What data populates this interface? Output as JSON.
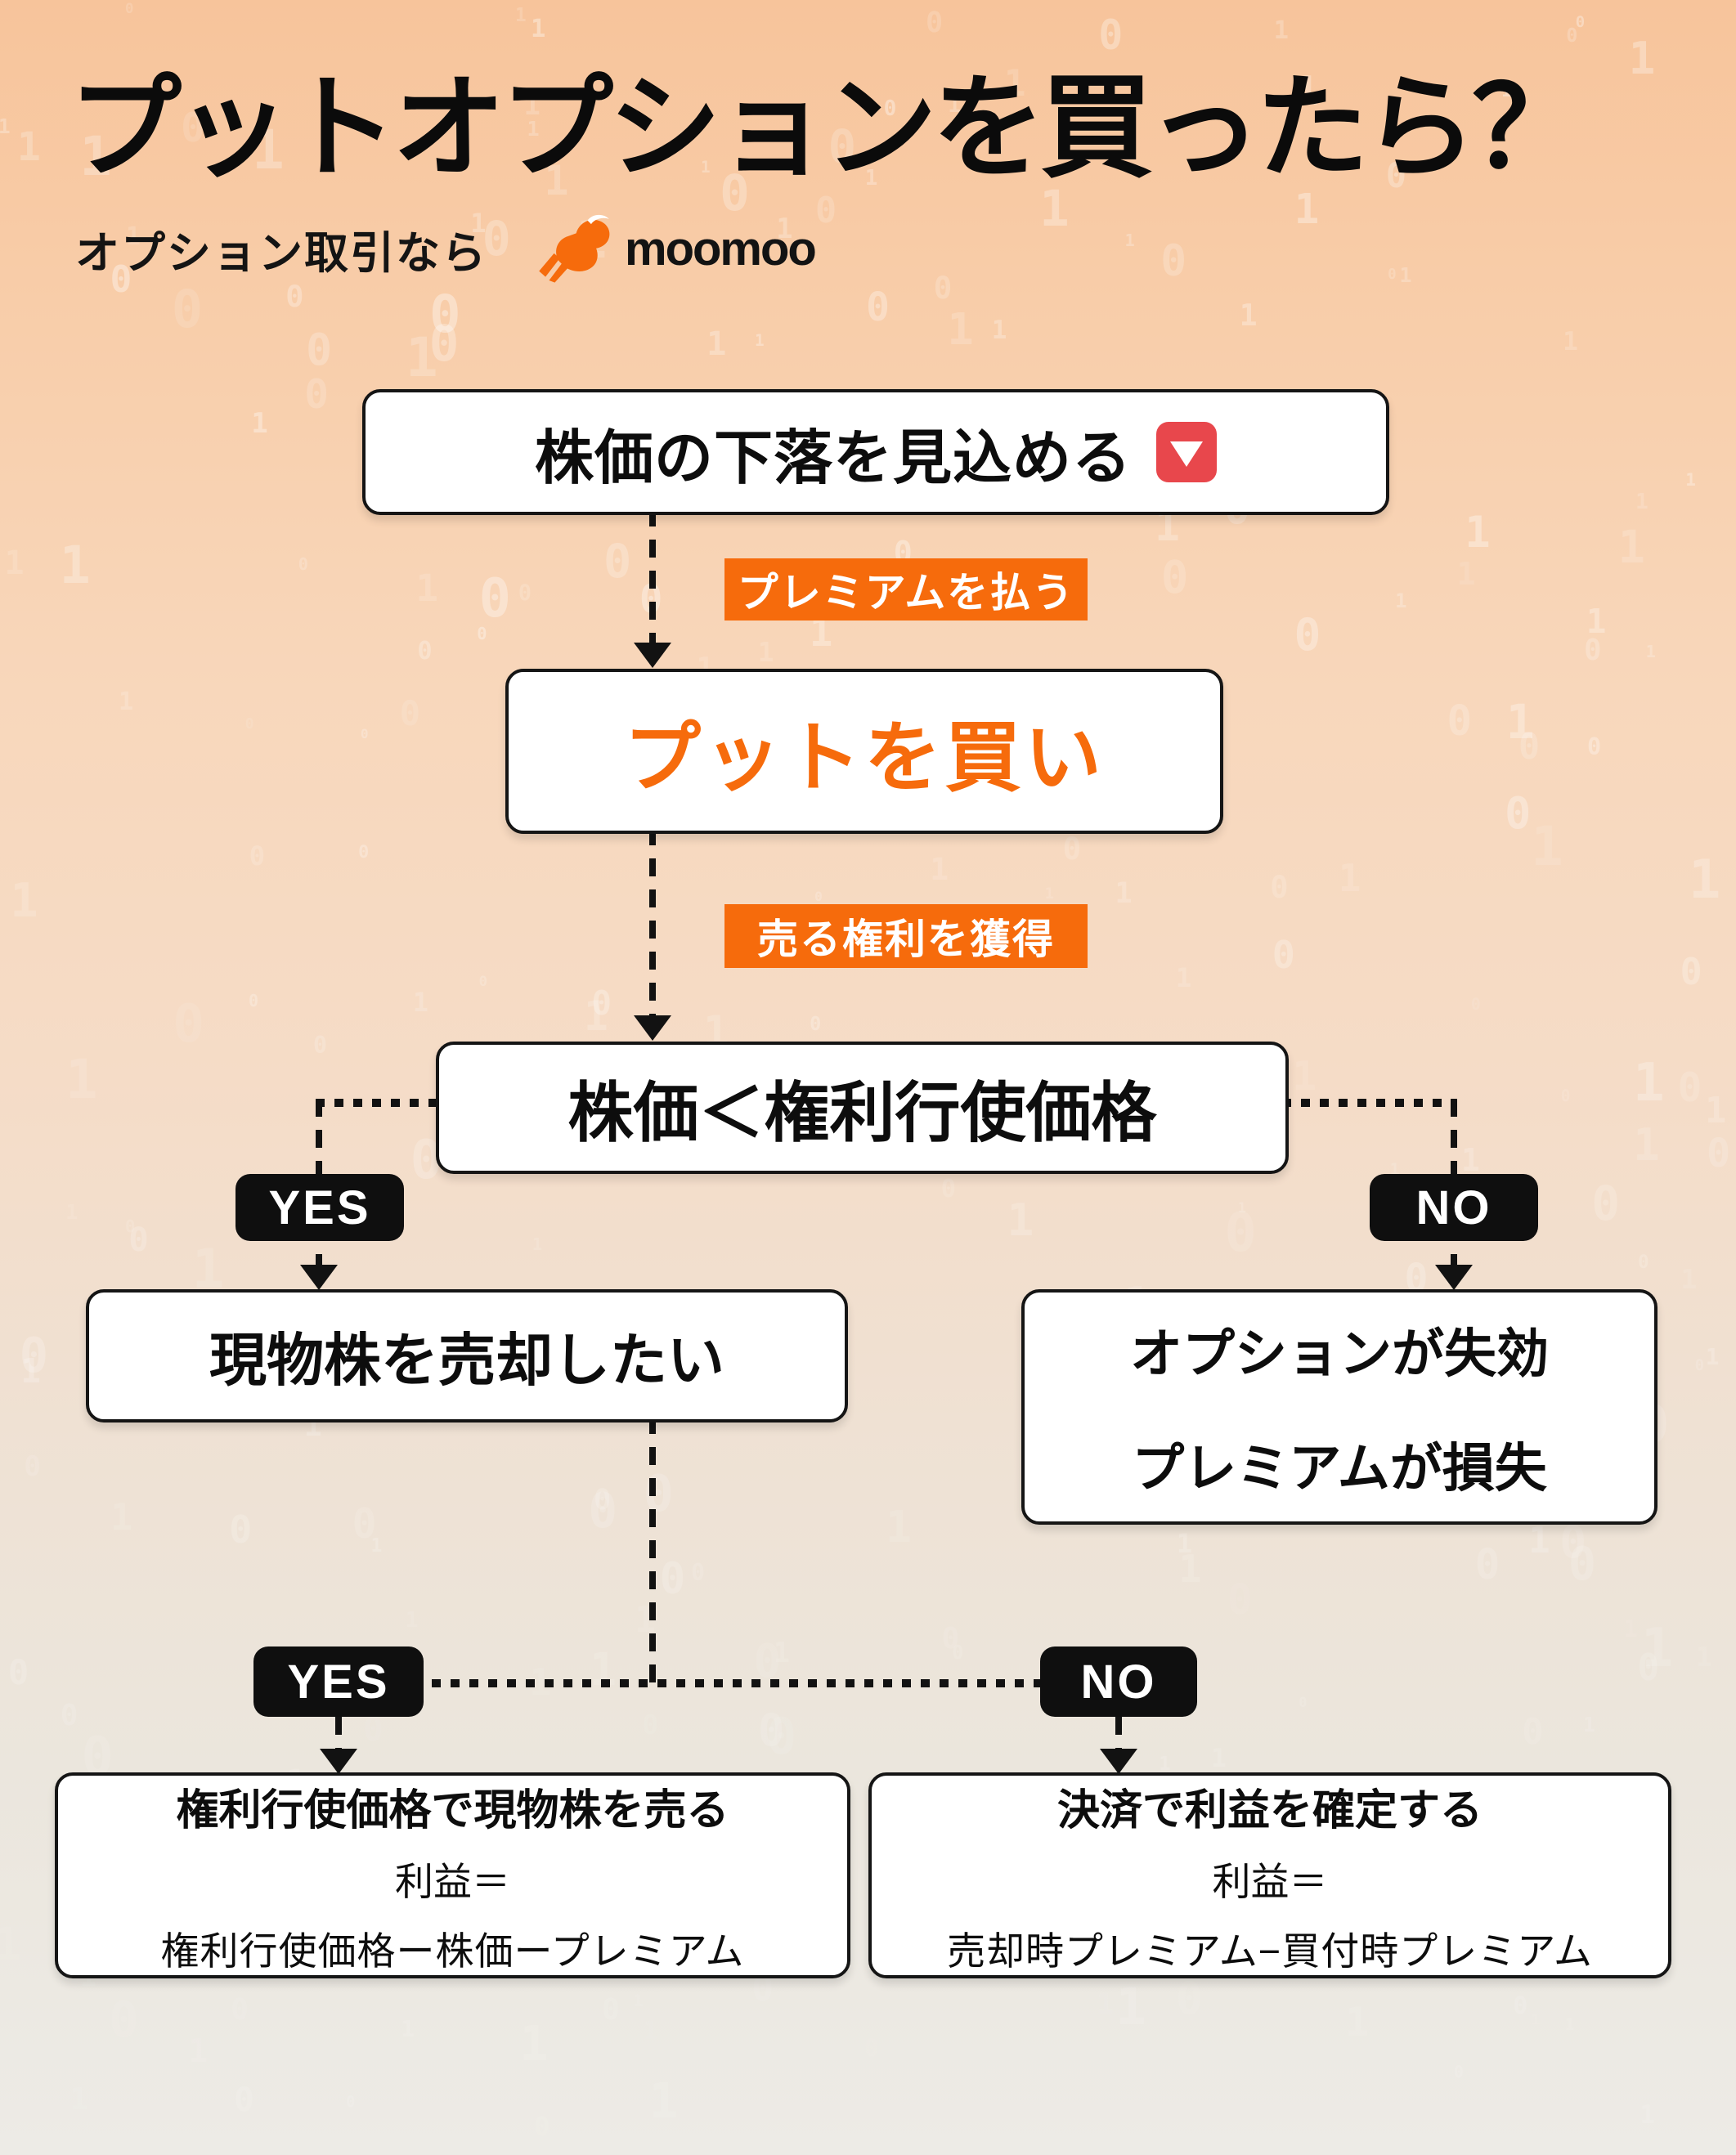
{
  "page": {
    "title": "プットオプションを買ったら？",
    "subtitle": "オプション取引なら",
    "brand": "moomoo"
  },
  "colors": {
    "accent_orange": "#f66b0c",
    "alert_red": "#e8474c",
    "badge_black": "#0f0f0f",
    "background_top": "#f7c49b",
    "background_bottom": "#edebe6",
    "box_border": "#151515"
  },
  "icons": {
    "decline": "down-triangle-icon",
    "brand": "moomoo-bull-icon"
  },
  "flow": {
    "node_expect_decline": "株価の下落を見込める",
    "edge_pay_premium": "プレミアムを払う",
    "node_buy_put": "プットを買い",
    "edge_acquire_right": "売る権利を獲得",
    "node_condition": "株価＜権利行使価格",
    "badge_yes_1": "YES",
    "badge_no_1": "NO",
    "node_want_sell": "現物株を売却したい",
    "node_expire_line1": "オプションが失効",
    "node_expire_line2": "プレミアムが損失",
    "badge_yes_2": "YES",
    "badge_no_2": "NO",
    "node_exercise": {
      "title": "権利行使価格で現物株を売る",
      "formula_label": "利益＝",
      "formula": "権利行使価格ー株価ープレミアム"
    },
    "node_settle": {
      "title": "決済で利益を確定する",
      "formula_label": "利益＝",
      "formula": "売却時プレミアム−買付時プレミアム"
    }
  }
}
